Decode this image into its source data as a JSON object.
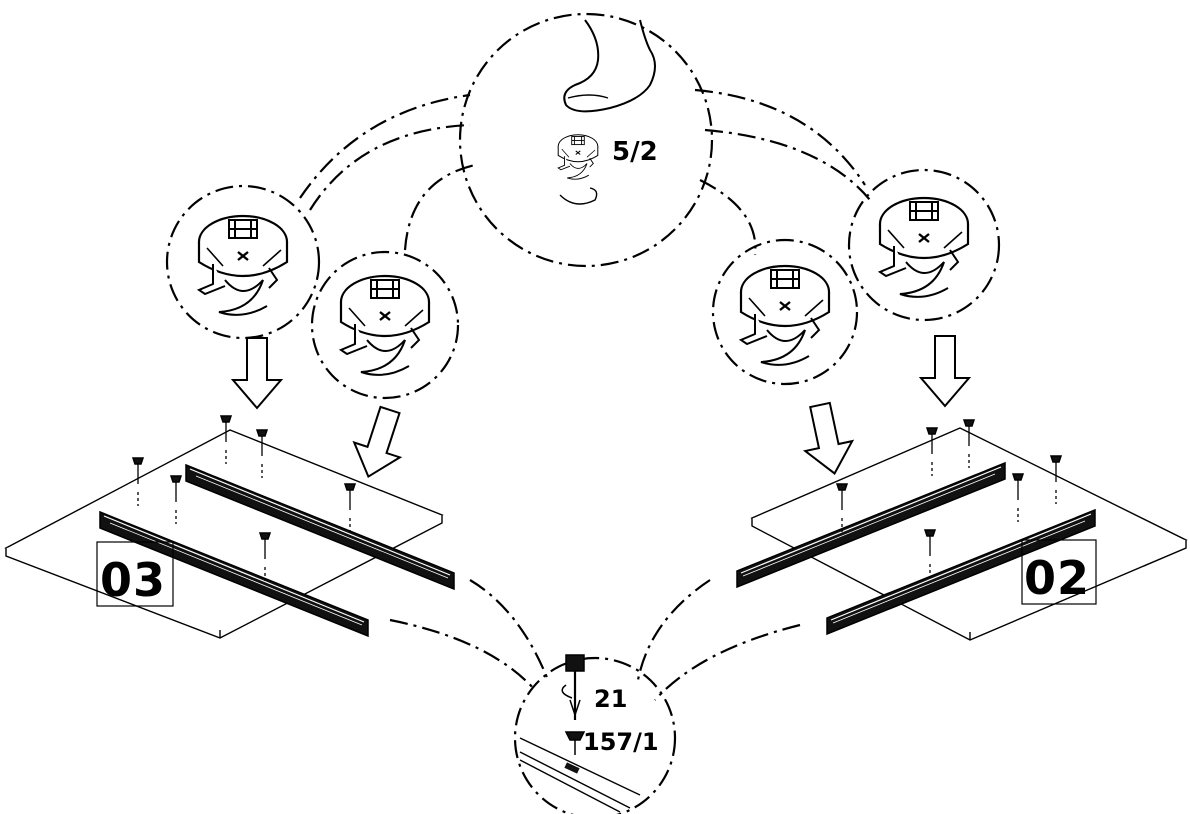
{
  "labels": {
    "cam_lock_part": "5/2",
    "screwdriver_tool": "21",
    "screw_part": "157/1",
    "left_panel": "03",
    "right_panel": "02"
  },
  "colors": {
    "line": "#000000",
    "panel_fill": "#ffffff",
    "rail": "#111111"
  }
}
